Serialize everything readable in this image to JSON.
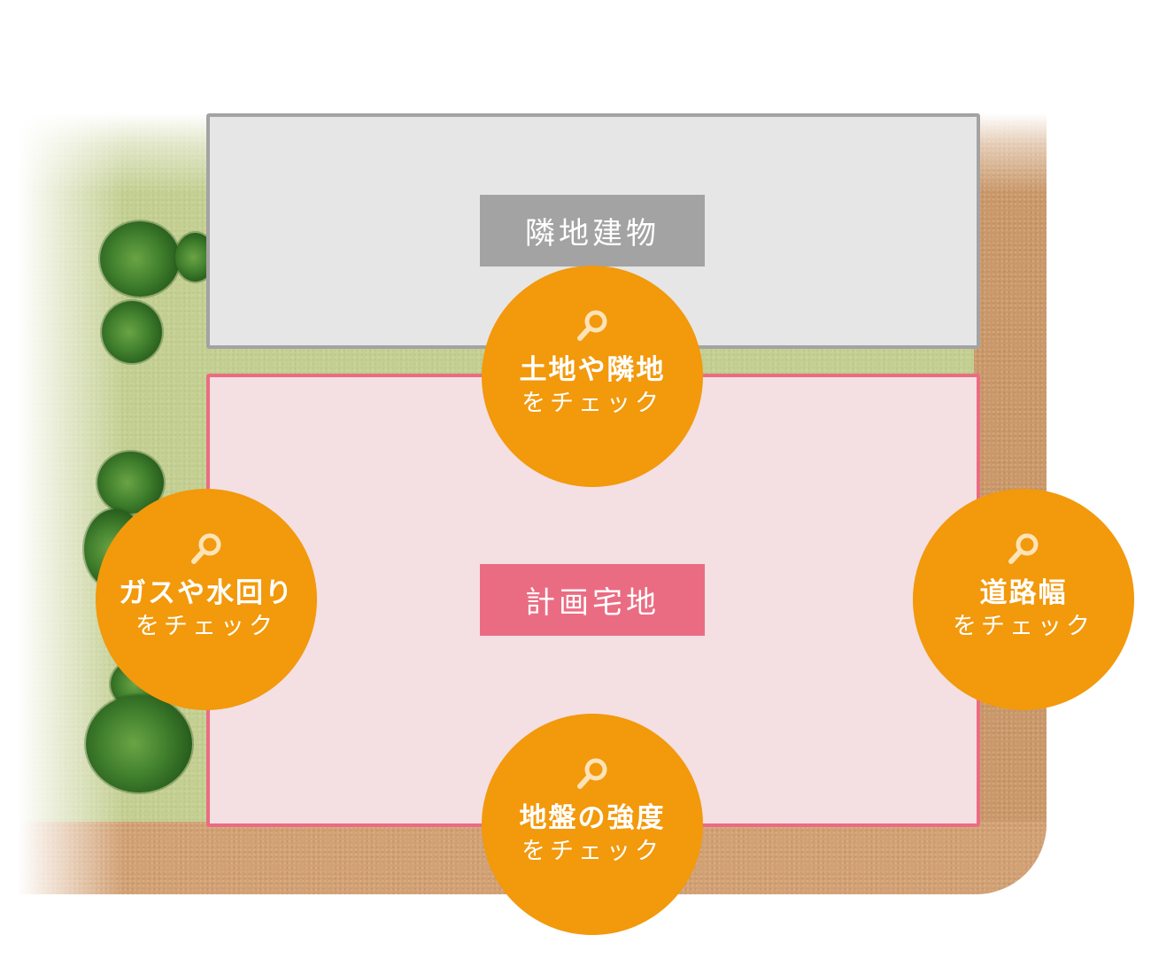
{
  "colors": {
    "grass": "#c4cf92",
    "road": "#cd9b6f",
    "neighbor_fill": "#e6e6e6",
    "neighbor_border": "#a3a3a3",
    "lot_fill": "#f4dfe3",
    "lot_border": "#ea6c83",
    "check_circle": "#f2990c",
    "check_icon": "#fde3b6"
  },
  "neighbor_building": {
    "label": "隣地建物"
  },
  "planned_lot": {
    "label": "計画宅地"
  },
  "checks": [
    {
      "id": "land-neighbor",
      "icon": "magnifier-icon",
      "title": "土地や隣地",
      "subtitle": "をチェック"
    },
    {
      "id": "gas-water",
      "icon": "magnifier-icon",
      "title": "ガスや水回り",
      "subtitle": "をチェック"
    },
    {
      "id": "road-width",
      "icon": "magnifier-icon",
      "title": "道路幅",
      "subtitle": "をチェック"
    },
    {
      "id": "ground-strength",
      "icon": "magnifier-icon",
      "title": "地盤の強度",
      "subtitle": "をチェック"
    }
  ]
}
